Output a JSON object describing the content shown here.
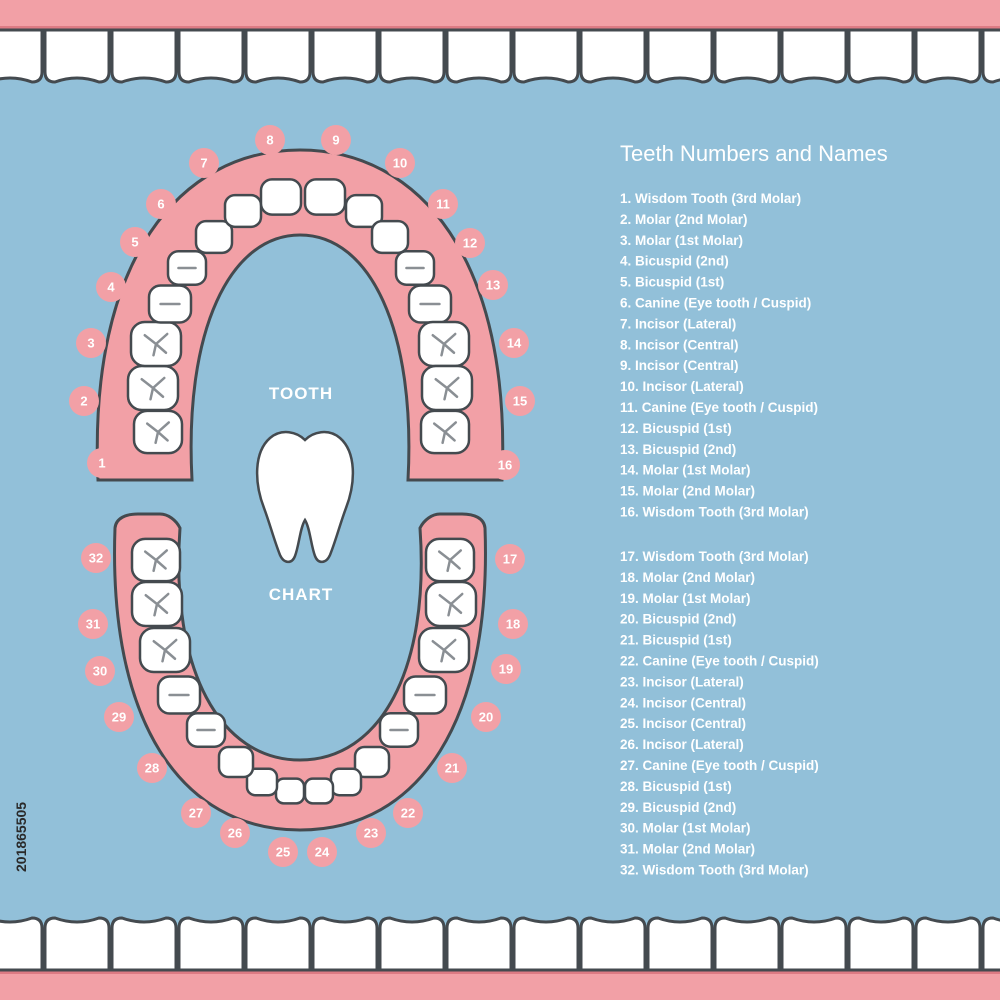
{
  "labels": {
    "title": "Teeth Numbers and Names",
    "center_top": "TOOTH",
    "center_bottom": "CHART",
    "stock_id": "201865505"
  },
  "colors": {
    "background": "#92c0d9",
    "gum": "#f2a0a6",
    "gum_dark": "#dd7b84",
    "tooth": "#ffffff",
    "outline": "#444a4f",
    "badge": "#f2a0a6",
    "crevice": "#8a8f94"
  },
  "teeth": [
    {
      "number": "1",
      "name": "1. Wisdom Tooth (3rd Molar)"
    },
    {
      "number": "2",
      "name": "2. Molar (2nd Molar)"
    },
    {
      "number": "3",
      "name": "3. Molar (1st Molar)"
    },
    {
      "number": "4",
      "name": "4. Bicuspid (2nd)"
    },
    {
      "number": "5",
      "name": "5. Bicuspid (1st)"
    },
    {
      "number": "6",
      "name": "6. Canine (Eye tooth / Cuspid)"
    },
    {
      "number": "7",
      "name": "7. Incisor (Lateral)"
    },
    {
      "number": "8",
      "name": "8. Incisor (Central)"
    },
    {
      "number": "9",
      "name": "9. Incisor (Central)"
    },
    {
      "number": "10",
      "name": "10. Incisor (Lateral)"
    },
    {
      "number": "11",
      "name": "11. Canine (Eye tooth / Cuspid)"
    },
    {
      "number": "12",
      "name": "12. Bicuspid (1st)"
    },
    {
      "number": "13",
      "name": "13. Bicuspid (2nd)"
    },
    {
      "number": "14",
      "name": "14. Molar (1st Molar)"
    },
    {
      "number": "15",
      "name": "15. Molar (2nd Molar)"
    },
    {
      "number": "16",
      "name": "16. Wisdom Tooth (3rd Molar)"
    },
    {
      "number": "17",
      "name": "17. Wisdom Tooth (3rd Molar)"
    },
    {
      "number": "18",
      "name": "18. Molar (2nd Molar)"
    },
    {
      "number": "19",
      "name": "19. Molar (1st Molar)"
    },
    {
      "number": "20",
      "name": "20. Bicuspid (2nd)"
    },
    {
      "number": "21",
      "name": "21. Bicuspid (1st)"
    },
    {
      "number": "22",
      "name": "22. Canine (Eye tooth / Cuspid)"
    },
    {
      "number": "23",
      "name": "23. Incisor (Lateral)"
    },
    {
      "number": "24",
      "name": "24. Incisor (Central)"
    },
    {
      "number": "25",
      "name": "25. Incisor (Central)"
    },
    {
      "number": "26",
      "name": "26. Incisor (Lateral)"
    },
    {
      "number": "27",
      "name": "27. Canine (Eye tooth / Cuspid)"
    },
    {
      "number": "28",
      "name": "28. Bicuspid (1st)"
    },
    {
      "number": "29",
      "name": "29. Bicuspid (2nd)"
    },
    {
      "number": "30",
      "name": "30. Molar (1st Molar)"
    },
    {
      "number": "31",
      "name": "31. Molar (2nd Molar)"
    },
    {
      "number": "32",
      "name": "32. Wisdom Tooth (3rd Molar)"
    }
  ]
}
